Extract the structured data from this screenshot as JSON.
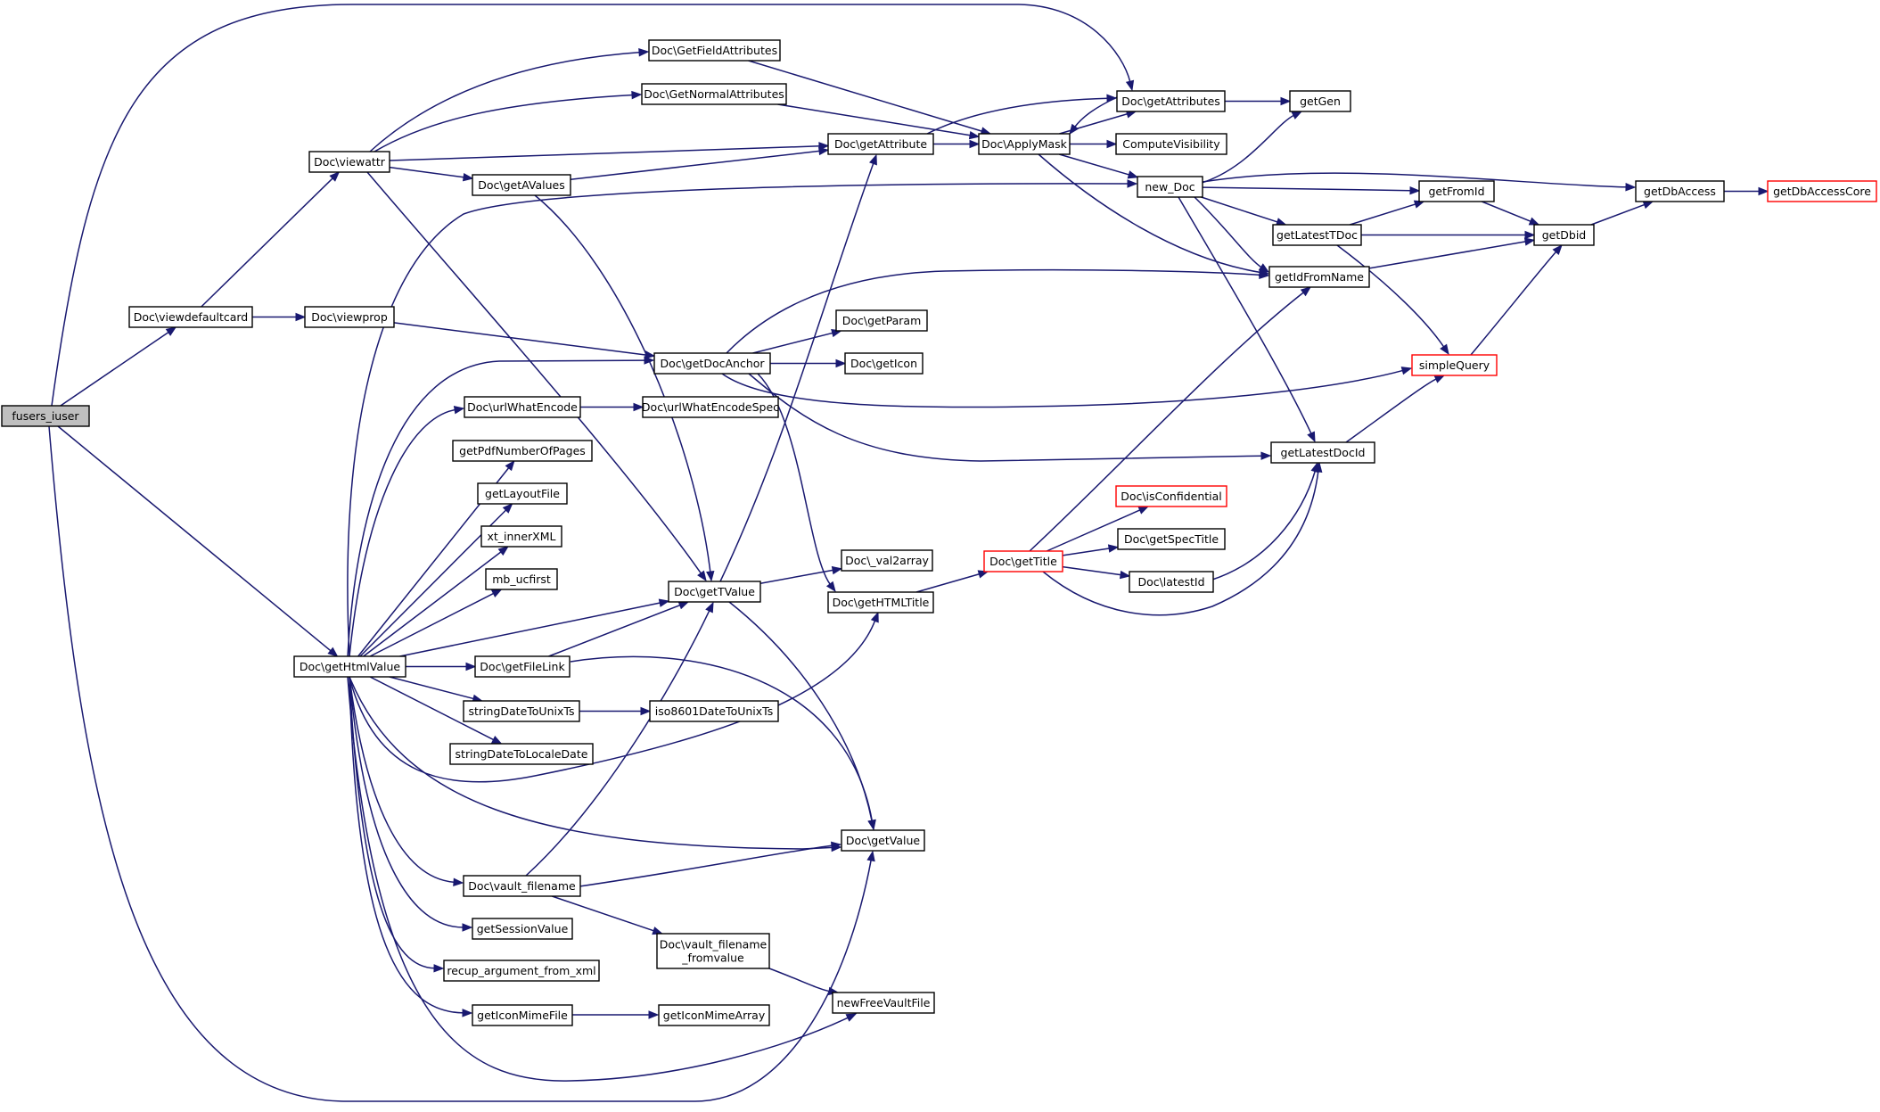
{
  "colors": {
    "edge": "#191970",
    "node_border": "#000000",
    "truncated_border": "#ff0000",
    "root_fill": "#bfbfbf",
    "node_fill": "#ffffff"
  },
  "diagram": {
    "nodes": [
      {
        "id": "fusers_iuser",
        "label": "fusers_iuser",
        "kind": "root"
      },
      {
        "id": "viewdefaultcard",
        "label": "Doc\\viewdefaultcard"
      },
      {
        "id": "viewattr",
        "label": "Doc\\viewattr"
      },
      {
        "id": "viewprop",
        "label": "Doc\\viewprop"
      },
      {
        "id": "getHtmlValue",
        "label": "Doc\\getHtmlValue"
      },
      {
        "id": "GetFieldAttributes",
        "label": "Doc\\GetFieldAttributes"
      },
      {
        "id": "GetNormalAttributes",
        "label": "Doc\\GetNormalAttributes"
      },
      {
        "id": "getAValues",
        "label": "Doc\\getAValues"
      },
      {
        "id": "getAttribute",
        "label": "Doc\\getAttribute"
      },
      {
        "id": "ApplyMask",
        "label": "Doc\\ApplyMask"
      },
      {
        "id": "getAttributes",
        "label": "Doc\\getAttributes"
      },
      {
        "id": "getGen",
        "label": "getGen"
      },
      {
        "id": "ComputeVisibility",
        "label": "ComputeVisibility"
      },
      {
        "id": "new_Doc",
        "label": "new_Doc"
      },
      {
        "id": "getFromId",
        "label": "getFromId"
      },
      {
        "id": "getDbAccess",
        "label": "getDbAccess"
      },
      {
        "id": "getDbAccessCore",
        "label": "getDbAccessCore",
        "kind": "truncated"
      },
      {
        "id": "getLatestTDoc",
        "label": "getLatestTDoc"
      },
      {
        "id": "getDbid",
        "label": "getDbid"
      },
      {
        "id": "getIdFromName",
        "label": "getIdFromName"
      },
      {
        "id": "getDocAnchor",
        "label": "Doc\\getDocAnchor"
      },
      {
        "id": "getParam",
        "label": "Doc\\getParam"
      },
      {
        "id": "getIcon",
        "label": "Doc\\getIcon"
      },
      {
        "id": "simpleQuery",
        "label": "simpleQuery",
        "kind": "truncated"
      },
      {
        "id": "urlWhatEncode",
        "label": "Doc\\urlWhatEncode"
      },
      {
        "id": "urlWhatEncodeSpec",
        "label": "Doc\\urlWhatEncodeSpec"
      },
      {
        "id": "getPdfNumberOfPages",
        "label": "getPdfNumberOfPages"
      },
      {
        "id": "getLayoutFile",
        "label": "getLayoutFile"
      },
      {
        "id": "xt_innerXML",
        "label": "xt_innerXML"
      },
      {
        "id": "mb_ucfirst",
        "label": "mb_ucfirst"
      },
      {
        "id": "getLatestDocId",
        "label": "getLatestDocId"
      },
      {
        "id": "isConfidential",
        "label": "Doc\\isConfidential",
        "kind": "truncated"
      },
      {
        "id": "getSpecTitle",
        "label": "Doc\\getSpecTitle"
      },
      {
        "id": "getTitle",
        "label": "Doc\\getTitle",
        "kind": "truncated"
      },
      {
        "id": "latestId",
        "label": "Doc\\latestId"
      },
      {
        "id": "val2array",
        "label": "Doc\\_val2array"
      },
      {
        "id": "getTValue",
        "label": "Doc\\getTValue"
      },
      {
        "id": "getHTMLTitle",
        "label": "Doc\\getHTMLTitle"
      },
      {
        "id": "getFileLink",
        "label": "Doc\\getFileLink"
      },
      {
        "id": "stringDateToUnixTs",
        "label": "stringDateToUnixTs"
      },
      {
        "id": "iso8601DateToUnixTs",
        "label": "iso8601DateToUnixTs"
      },
      {
        "id": "stringDateToLocaleDate",
        "label": "stringDateToLocaleDate"
      },
      {
        "id": "getValue",
        "label": "Doc\\getValue"
      },
      {
        "id": "vault_filename",
        "label": "Doc\\vault_filename"
      },
      {
        "id": "vault_filename_fromvalue",
        "label": "Doc\\vault_filename\n_fromvalue"
      },
      {
        "id": "getSessionValue",
        "label": "getSessionValue"
      },
      {
        "id": "recup_argument_from_xml",
        "label": "recup_argument_from_xml"
      },
      {
        "id": "newFreeVaultFile",
        "label": "newFreeVaultFile"
      },
      {
        "id": "getIconMimeFile",
        "label": "getIconMimeFile"
      },
      {
        "id": "getIconMimeArray",
        "label": "getIconMimeArray"
      }
    ],
    "edges": [
      [
        "fusers_iuser",
        "viewdefaultcard"
      ],
      [
        "fusers_iuser",
        "getAttributes"
      ],
      [
        "fusers_iuser",
        "getHtmlValue"
      ],
      [
        "fusers_iuser",
        "getValue"
      ],
      [
        "viewdefaultcard",
        "viewattr"
      ],
      [
        "viewdefaultcard",
        "viewprop"
      ],
      [
        "viewattr",
        "GetFieldAttributes"
      ],
      [
        "viewattr",
        "GetNormalAttributes"
      ],
      [
        "viewattr",
        "getAttribute"
      ],
      [
        "viewattr",
        "getAValues"
      ],
      [
        "viewattr",
        "getTValue"
      ],
      [
        "viewprop",
        "getDocAnchor"
      ],
      [
        "GetFieldAttributes",
        "ApplyMask"
      ],
      [
        "GetNormalAttributes",
        "ApplyMask"
      ],
      [
        "getAValues",
        "getAttribute"
      ],
      [
        "getAValues",
        "getTValue"
      ],
      [
        "getAttribute",
        "ApplyMask"
      ],
      [
        "getAttribute",
        "getAttributes"
      ],
      [
        "ApplyMask",
        "getAttributes"
      ],
      [
        "ApplyMask",
        "ComputeVisibility"
      ],
      [
        "ApplyMask",
        "new_Doc"
      ],
      [
        "ApplyMask",
        "getIdFromName"
      ],
      [
        "getAttributes",
        "ApplyMask"
      ],
      [
        "getAttributes",
        "getGen"
      ],
      [
        "new_Doc",
        "getGen"
      ],
      [
        "new_Doc",
        "getDbAccess"
      ],
      [
        "new_Doc",
        "getFromId"
      ],
      [
        "new_Doc",
        "getLatestTDoc"
      ],
      [
        "new_Doc",
        "getIdFromName"
      ],
      [
        "new_Doc",
        "getLatestDocId"
      ],
      [
        "getFromId",
        "getDbid"
      ],
      [
        "getLatestTDoc",
        "getFromId"
      ],
      [
        "getLatestTDoc",
        "getDbid"
      ],
      [
        "getLatestTDoc",
        "simpleQuery"
      ],
      [
        "getIdFromName",
        "getDbid"
      ],
      [
        "getDbid",
        "getDbAccess"
      ],
      [
        "getDbAccess",
        "getDbAccessCore"
      ],
      [
        "simpleQuery",
        "getDbid"
      ],
      [
        "getLatestDocId",
        "simpleQuery"
      ],
      [
        "getDocAnchor",
        "getIdFromName"
      ],
      [
        "getDocAnchor",
        "getParam"
      ],
      [
        "getDocAnchor",
        "getIcon"
      ],
      [
        "getDocAnchor",
        "simpleQuery"
      ],
      [
        "getDocAnchor",
        "getLatestDocId"
      ],
      [
        "getDocAnchor",
        "getHTMLTitle"
      ],
      [
        "urlWhatEncode",
        "urlWhatEncodeSpec"
      ],
      [
        "getHtmlValue",
        "new_Doc"
      ],
      [
        "getHtmlValue",
        "getDocAnchor"
      ],
      [
        "getHtmlValue",
        "urlWhatEncode"
      ],
      [
        "getHtmlValue",
        "getPdfNumberOfPages"
      ],
      [
        "getHtmlValue",
        "getLayoutFile"
      ],
      [
        "getHtmlValue",
        "xt_innerXML"
      ],
      [
        "getHtmlValue",
        "mb_ucfirst"
      ],
      [
        "getHtmlValue",
        "getTValue"
      ],
      [
        "getHtmlValue",
        "getFileLink"
      ],
      [
        "getHtmlValue",
        "stringDateToUnixTs"
      ],
      [
        "getHtmlValue",
        "stringDateToLocaleDate"
      ],
      [
        "getHtmlValue",
        "getHTMLTitle"
      ],
      [
        "getHtmlValue",
        "getValue"
      ],
      [
        "getHtmlValue",
        "vault_filename"
      ],
      [
        "getHtmlValue",
        "getSessionValue"
      ],
      [
        "getHtmlValue",
        "recup_argument_from_xml"
      ],
      [
        "getHtmlValue",
        "getIconMimeFile"
      ],
      [
        "getHtmlValue",
        "newFreeVaultFile"
      ],
      [
        "getTValue",
        "getAttribute"
      ],
      [
        "getTValue",
        "val2array"
      ],
      [
        "getTValue",
        "getValue"
      ],
      [
        "getFileLink",
        "getTValue"
      ],
      [
        "getFileLink",
        "getValue"
      ],
      [
        "stringDateToUnixTs",
        "iso8601DateToUnixTs"
      ],
      [
        "vault_filename",
        "getTValue"
      ],
      [
        "vault_filename",
        "getValue"
      ],
      [
        "vault_filename",
        "vault_filename_fromvalue"
      ],
      [
        "vault_filename_fromvalue",
        "newFreeVaultFile"
      ],
      [
        "getIconMimeFile",
        "getIconMimeArray"
      ],
      [
        "getHTMLTitle",
        "getTitle"
      ],
      [
        "getTitle",
        "getIdFromName"
      ],
      [
        "getTitle",
        "isConfidential"
      ],
      [
        "getTitle",
        "getSpecTitle"
      ],
      [
        "getTitle",
        "latestId"
      ],
      [
        "getTitle",
        "getLatestDocId"
      ],
      [
        "latestId",
        "getLatestDocId"
      ]
    ]
  }
}
